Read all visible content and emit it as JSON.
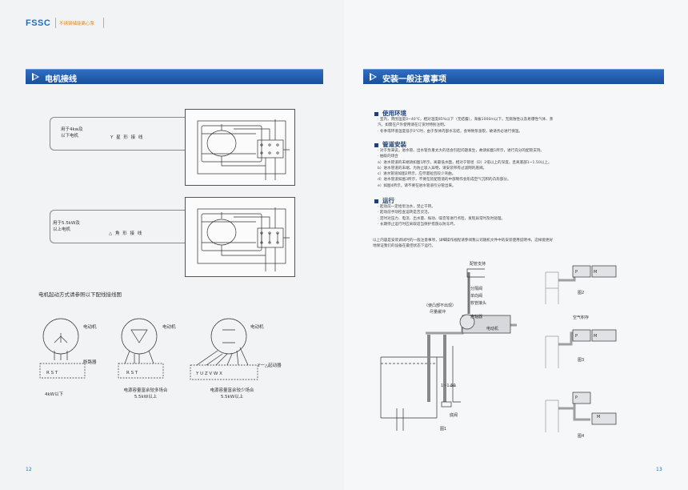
{
  "header": {
    "brand": "FSSC",
    "tagline": "不锈钢储能离心泵"
  },
  "left": {
    "section_title": "电机接线",
    "box1": {
      "label_a": "用于4kw及",
      "label_b": "以下电机",
      "conn": "Y  星  形  接  线"
    },
    "box2": {
      "label_a": "用于5.5kW及",
      "label_b": "以上电机",
      "conn": "△  角  形  接  线"
    },
    "start_title": "电机起动方式请参照以下配线接线图",
    "d1": {
      "motor": "电动机",
      "breaker": "断路器",
      "terminals": "R  S  T",
      "caption": "4kW以下"
    },
    "d2": {
      "motor": "电动机",
      "terminals": "R  S  T",
      "caption_a": "电源容量富余较多场合",
      "caption_b": "5.5kW以上"
    },
    "d3": {
      "motor": "电动机",
      "starter": "Y一△起动器",
      "terminals": "Y  U  Z  V  W  X",
      "caption_a": "电源容量富余较少场合",
      "caption_b": "5.5kW以上"
    },
    "page_no": "12"
  },
  "right": {
    "section_title": "安装一般注意事项",
    "env": {
      "title": "使用环境",
      "lines": [
        "· 室内，周围温度0~40℃，相对湿度85%以下（无结露），海拔1000m以下，无腐蚀性以及易爆性气体、蒸",
        "  汽，如需在户外使用请在订货时特别注明。",
        "· 冬季或环境温度低于0℃时，由于泵体内部水冻结，会导致泵涨裂，故请务必进行保温。"
      ]
    },
    "pipe": {
      "title": "管道安装",
      "lines": [
        "· 对于泵来说，进水管、出水管负重太大的话会引起问题发生，故请如图1所示，进行充分的配管支持。",
        "· 抽吸的场合",
        "  a）进水管道的末端请如图1所示，离最低水面，相对于管径（D）2倍以上的深度，且离底部1~1.50以上。",
        "  b）进水管道的末端，为防止吸入异物，请安装带有过滤网的底阀。",
        "  c）进水管道如图2所示，应尽量短且较少弯曲。",
        "  d）进水管道如图3所示，不要在装配管道的中部制作会形成空气沉积的凸形部分。",
        "  e）如图4所示，请不要在进水管道引分管出来。"
      ]
    },
    "run": {
      "title": "运行",
      "lines": [
        "· 起动前一定给泵注水，禁止干转。",
        "· 起动前手动检查运转是否灵活。",
        "· 定时对压力、电流、出水量、振动、噪音等进行点检，发现异常时及时处理。",
        "· 长期停止运行时应采取适当保护措施以防冻坏。"
      ]
    },
    "summary": [
      "以上内容是安装调试时的一般注意事项，详细操作规程请参阅我公司随机文件中的安装使用说明书，这样能更好",
      "地保证我们的设备在最佳状态下运行。"
    ],
    "fig1": {
      "support": "配管支持",
      "valve": "分隔阀",
      "check": "单向阀",
      "soft": "软管接头",
      "coupler": "连轴器",
      "motor": "电动机",
      "bend": "（使凸部不出现）",
      "slope": "尽量缓冲",
      "ratio": "1~1.50",
      "bottom": "底阀",
      "caption": "图1"
    },
    "fig2": {
      "p": "P",
      "m": "M",
      "caption": "图2"
    },
    "fig3": {
      "air": "空气积存",
      "p": "P",
      "m": "M",
      "caption": "图3"
    },
    "fig4": {
      "p": "P",
      "m": "M",
      "caption": "图4"
    },
    "page_no": "13"
  },
  "colors": {
    "band": "#1a4f9a",
    "brand": "#1a6fc2",
    "accent": "#e08a1a"
  }
}
